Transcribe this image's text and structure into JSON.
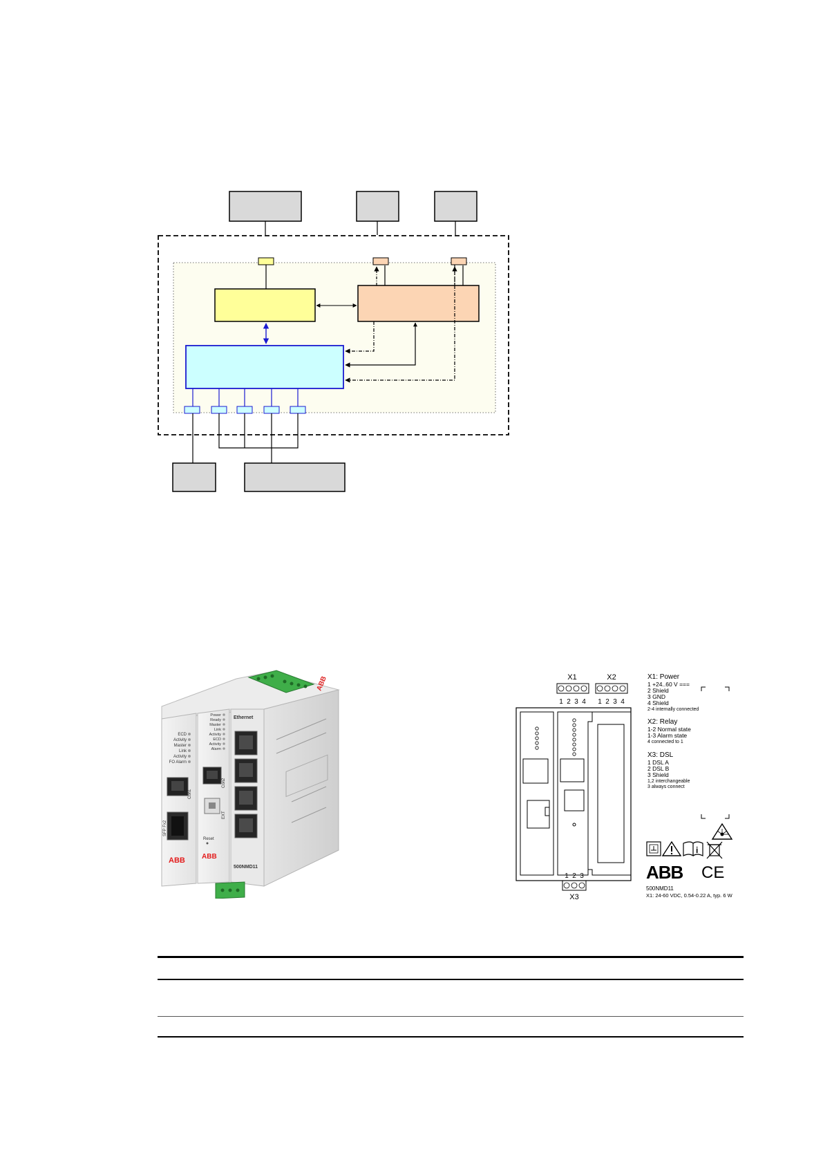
{
  "device_photo": {
    "module_a_leds": [
      "ECD",
      "Activity",
      "Master",
      "Link",
      "Activity",
      "FO Alarm"
    ],
    "module_a_port": "Con1",
    "module_a_fo": "SFP Fx2",
    "module_b_leds": [
      "Power",
      "Ready",
      "Master",
      "Link",
      "Activity",
      "ECD",
      "Activity",
      "Alarm"
    ],
    "module_b_port": "Con2",
    "module_b_usb": "EXT",
    "ethernet_label": "Ethernet",
    "reset_label": "Reset",
    "brand": "ABB",
    "model": "500NMD11"
  },
  "label_drawing": {
    "x1_label": "X1",
    "x2_label": "X2",
    "x3_label": "X3",
    "x1_pins": [
      "1",
      "2",
      "3",
      "4"
    ],
    "x2_pins": [
      "1",
      "2",
      "3",
      "4"
    ],
    "x3_pins": [
      "1",
      "2",
      "3"
    ],
    "power_title": "X1: Power",
    "power_lines": [
      "1 +24..60 V ===",
      "2 Shield",
      "3 GND",
      "4 Shield",
      "2-4 internally connected"
    ],
    "relay_title": "X2: Relay",
    "relay_lines": [
      "1-2 Normal state",
      "1-3 Alarm state",
      "4 connected to 1"
    ],
    "dsl_title": "X3: DSL",
    "dsl_lines": [
      "1 DSL A",
      "2 DSL B",
      "3 Shield",
      "1,2 interchangeable",
      "3 always connect"
    ],
    "brand": "ABB",
    "ce_mark": "CE",
    "model": "500NMD11",
    "rating": "X1: 24-60 VDC, 0.54-0.22 A, typ. 6 W"
  }
}
